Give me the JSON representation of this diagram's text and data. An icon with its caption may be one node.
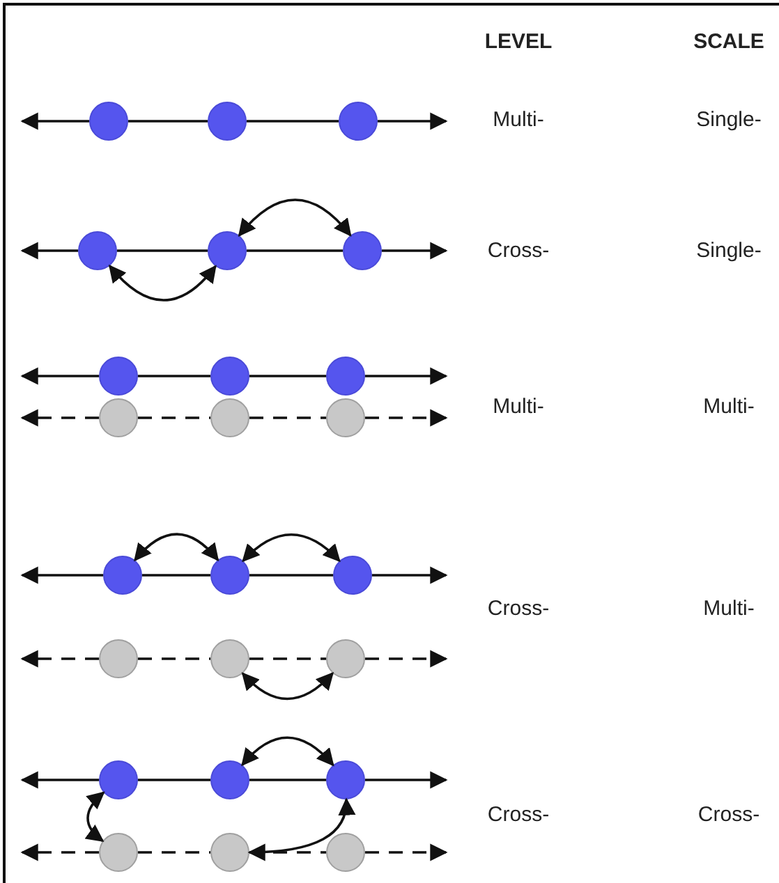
{
  "diagram": {
    "nodes": [
      {
        "text": [],
        "shape": "circle"
      },
      {
        "text": [],
        "shape": "circle"
      },
      {
        "text": [],
        "shape": "circle"
      },
      {
        "text": [],
        "shape": "circle"
      },
      {
        "text": [],
        "shape": "circle"
      },
      {
        "text": [],
        "shape": "circle"
      },
      {
        "text": [],
        "shape": "circle"
      },
      {
        "text": [],
        "shape": "circle"
      },
      {
        "text": [],
        "shape": "circle"
      },
      {
        "text": [],
        "shape": "circle"
      },
      {
        "text": [],
        "shape": "circle"
      },
      {
        "text": [],
        "shape": "circle"
      },
      {
        "text": [],
        "shape": "circle"
      },
      {
        "text": [],
        "shape": "circle"
      },
      {
        "text": [],
        "shape": "circle"
      },
      {
        "text": [],
        "shape": "circle"
      },
      {
        "text": [],
        "shape": "circle"
      },
      {
        "text": [],
        "shape": "circle"
      },
      {
        "text": [],
        "shape": "circle"
      },
      {
        "text": [],
        "shape": "circle"
      },
      {
        "text": [],
        "shape": "circle"
      },
      {
        "text": [],
        "shape": "circle"
      },
      {
        "text": [],
        "shape": "circle"
      },
      {
        "text": [],
        "shape": "circle"
      }
    ],
    "edges": [
      {
        "from": 0,
        "to": null,
        "arrow": "to"
      },
      {
        "from": 0,
        "to": 1,
        "arrow": "none"
      },
      {
        "from": 1,
        "to": 2,
        "arrow": "none"
      },
      {
        "from": 2,
        "to": null,
        "arrow": "to"
      },
      {
        "from": 3,
        "to": null,
        "arrow": "to"
      },
      {
        "from": 3,
        "to": 4,
        "arrow": "none"
      },
      {
        "from": 4,
        "to": 5,
        "arrow": "none"
      },
      {
        "from": 5,
        "to": null,
        "arrow": "to"
      },
      {
        "from": 6,
        "to": null,
        "arrow": "to"
      },
      {
        "from": 6,
        "to": 7,
        "arrow": "none"
      },
      {
        "from": 7,
        "to": 8,
        "arrow": "none"
      },
      {
        "from": 8,
        "to": null,
        "arrow": "to"
      },
      {
        "from": 9,
        "to": null,
        "arrow": "to",
        "style": "dashed"
      },
      {
        "from": 9,
        "to": 10,
        "arrow": "none",
        "style": "dashed"
      },
      {
        "from": 10,
        "to": 11,
        "arrow": "none",
        "style": "dashed"
      },
      {
        "from": 11,
        "to": null,
        "arrow": "to",
        "style": "dashed"
      },
      {
        "from": 12,
        "to": null,
        "arrow": "to"
      },
      {
        "from": 12,
        "to": 13,
        "arrow": "none"
      },
      {
        "from": 13,
        "to": 14,
        "arrow": "none"
      },
      {
        "from": 14,
        "to": null,
        "arrow": "to"
      },
      {
        "from": 15,
        "to": null,
        "arrow": "to",
        "style": "dashed"
      },
      {
        "from": 15,
        "to": 16,
        "arrow": "none",
        "style": "dashed"
      },
      {
        "from": 16,
        "to": 17,
        "arrow": "none",
        "style": "dashed"
      },
      {
        "from": 17,
        "to": null,
        "arrow": "to",
        "style": "dashed"
      },
      {
        "from": 18,
        "to": null,
        "arrow": "to"
      },
      {
        "from": 18,
        "to": 19,
        "arrow": "none"
      },
      {
        "from": 19,
        "to": 20,
        "arrow": "none"
      },
      {
        "from": 20,
        "to": null,
        "arrow": "to"
      },
      {
        "from": 21,
        "to": null,
        "arrow": "to",
        "style": "dashed"
      },
      {
        "from": 21,
        "to": 22,
        "arrow": "none",
        "style": "dashed"
      },
      {
        "from": 22,
        "to": 23,
        "arrow": "none",
        "style": "dashed"
      },
      {
        "from": 23,
        "to": null,
        "arrow": "to",
        "style": "dashed"
      },
      {
        "from": 3,
        "to": 4,
        "arrow": "both"
      },
      {
        "from": 4,
        "to": 5,
        "arrow": "both"
      },
      {
        "from": 12,
        "to": 13,
        "arrow": "both"
      },
      {
        "from": 13,
        "to": 14,
        "arrow": "both"
      },
      {
        "from": 16,
        "to": 17,
        "arrow": "both"
      },
      {
        "from": 18,
        "to": 21,
        "arrow": "both"
      },
      {
        "from": 19,
        "to": 20,
        "arrow": "both"
      },
      {
        "from": 20,
        "to": 22,
        "arrow": "both"
      }
    ],
    "labels": [
      "LEVEL",
      "SCALE",
      "Multi-",
      "Single-",
      "Cross-",
      "Single-",
      "Multi-",
      "Multi-",
      "Cross-",
      "Multi-",
      "Cross-",
      "Cross-"
    ]
  }
}
